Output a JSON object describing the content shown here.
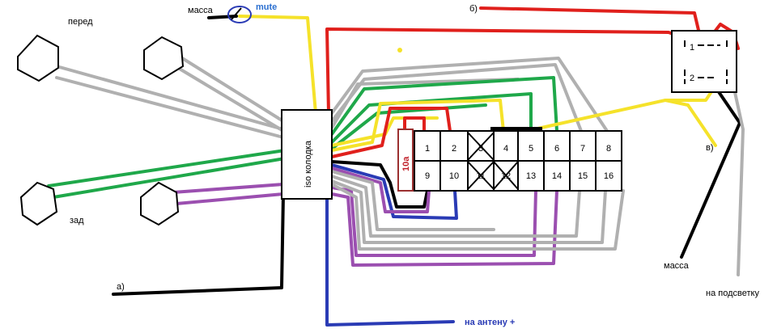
{
  "labels": {
    "front": "перед",
    "rear": "зад",
    "ground_top": "масса",
    "mute": "mute",
    "iso_block": "iso колодка",
    "fuse": "10а",
    "label_a": "а)",
    "label_b": "б)",
    "label_v": "в)",
    "ground_right": "масса",
    "backlight": "на подсветку",
    "antenna": "на антену +"
  },
  "connector_pins": {
    "top": [
      "1",
      "2",
      "3",
      "4",
      "5",
      "6",
      "7",
      "8"
    ],
    "bottom": [
      "9",
      "10",
      "11",
      "12",
      "13",
      "14",
      "15",
      "16"
    ]
  },
  "relay_pins": [
    "1",
    "2"
  ],
  "colors": {
    "red": "#e0201c",
    "yellow": "#f5e22a",
    "green": "#1fa84a",
    "gray": "#b0b0b0",
    "purple": "#9b4fb0",
    "blue": "#2a3bb5",
    "black": "#000000",
    "mute_blue": "#2a3bb5"
  }
}
